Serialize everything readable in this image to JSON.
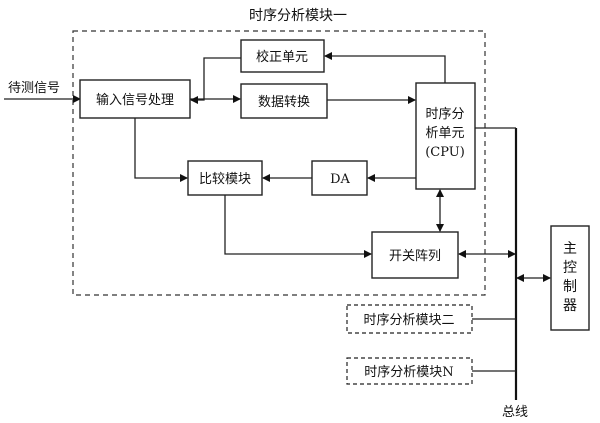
{
  "module1_title": "时序分析模块一",
  "input_signal": "待测信号",
  "input_processing": "输入信号处理",
  "calibration_unit": "校正单元",
  "data_conversion": "数据转换",
  "cpu_unit": {
    "line1": "时序分",
    "line2": "析单元",
    "line3": "(CPU)"
  },
  "compare_module": "比较模块",
  "da": "DA",
  "switch_array": "开关阵列",
  "main_controller": [
    "主",
    "控",
    "制",
    "器"
  ],
  "module2": "时序分析模块二",
  "module_n": "时序分析模块N",
  "bus_label": "总线"
}
